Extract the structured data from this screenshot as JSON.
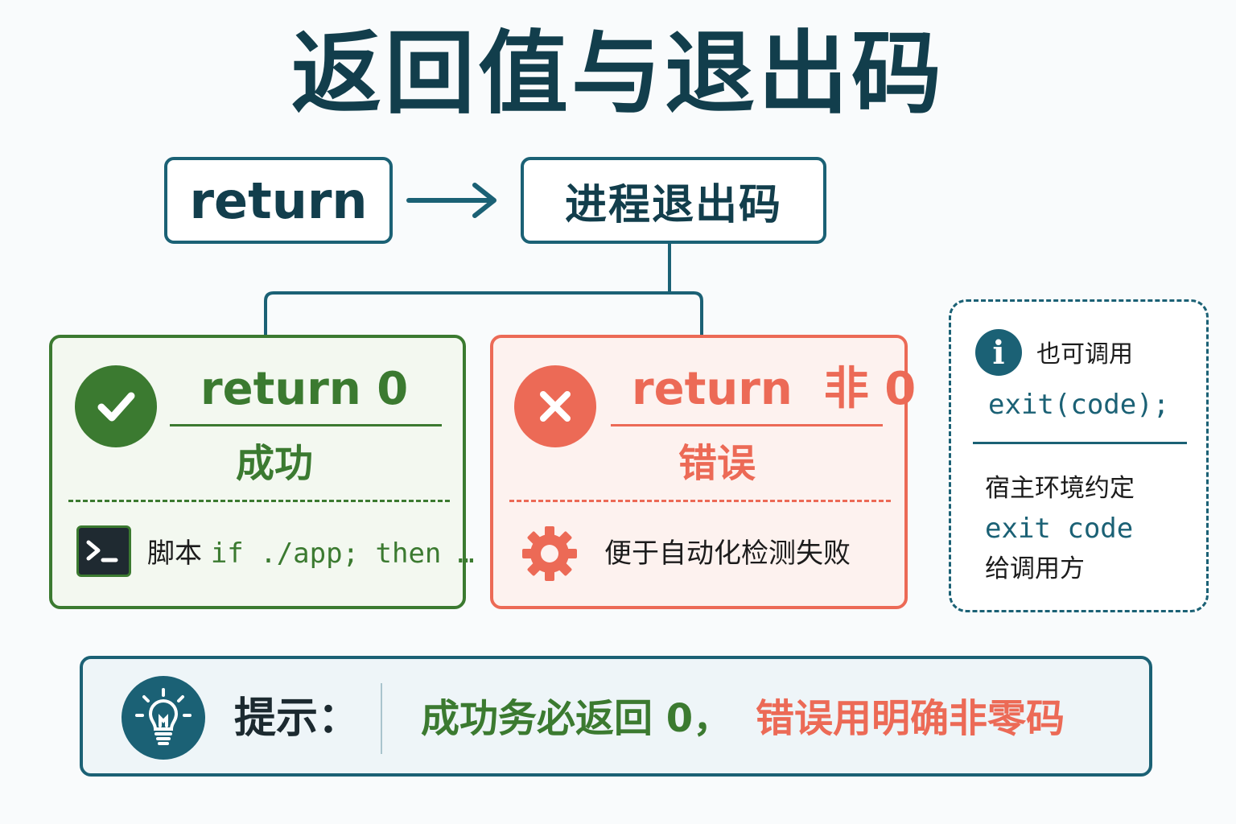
{
  "title": "返回值与退出码",
  "flow": {
    "source_label": "return",
    "target_label": "进程退出码"
  },
  "success_card": {
    "heading": "return 0",
    "subtitle": "成功",
    "icon": "check-circle-icon",
    "row_icon": "terminal-icon",
    "row_text_prefix": "脚本",
    "row_text_code": "if ./app; then …",
    "color": "#3b7a30"
  },
  "error_card": {
    "heading": "return  非 0",
    "subtitle": "错误",
    "icon": "x-circle-icon",
    "row_icon": "gear-icon",
    "row_text": "便于自动化检测失败",
    "color": "#ec6a56"
  },
  "info_card": {
    "icon": "info-icon",
    "line1": "也可调用",
    "code1": "exit(code);",
    "line2": "宿主环境约定",
    "code2": "exit code",
    "line3": "给调用方"
  },
  "tip": {
    "icon": "lightbulb-icon",
    "label": "提示：",
    "success_text": "成功务必返回 0，",
    "error_text": "错误用明确非零码"
  }
}
